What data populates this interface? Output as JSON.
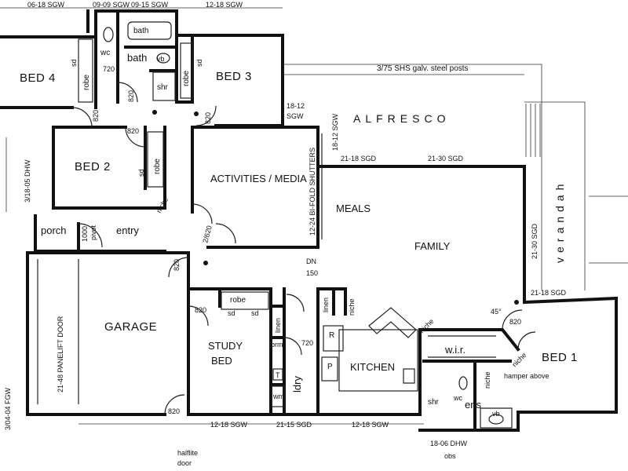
{
  "rooms": {
    "bed4": "BED 4",
    "bed3": "BED 3",
    "bed2": "BED 2",
    "bed1": "BED 1",
    "bath_wet": "bath",
    "bath_tub": "bath",
    "wc": "wc",
    "wc_ens": "wc",
    "shr": "shr",
    "shr_ens": "shr",
    "vb": "vb",
    "vb_ens": "vb",
    "alfresco": "ALFRESCO",
    "activities": "ACTIVITIES / MEDIA",
    "meals": "MEALS",
    "family": "FAMILY",
    "porch": "porch",
    "entry": "entry",
    "garage": "GARAGE",
    "study": "STUDY",
    "study_bed": "BED",
    "kitchen": "KITCHEN",
    "ldry": "ldry",
    "wir": "w.i.r.",
    "ens": "ens",
    "verandah": "verandah"
  },
  "fixtures": {
    "robe_b4": "robe",
    "sd_b4": "sd",
    "robe_b3": "robe",
    "sd_b3": "sd",
    "robe_b2": "robe",
    "sd_b2": "sd",
    "robe_study": "robe",
    "sd_study_1": "sd",
    "sd_study_2": "sd",
    "linen_1": "linen",
    "linen_2": "linen",
    "niche_1": "niche",
    "niche_2": "niche",
    "niche_3": "niche",
    "niche_4": "niche",
    "niche_5": "niche",
    "brm": "brm",
    "wm": "wm",
    "t": "T",
    "r": "R",
    "p": "P",
    "hamper": "hamper above",
    "pivot_1000": "1000",
    "pivot": "pivot",
    "dn": "DN",
    "dn_150": "150"
  },
  "dimensions": {
    "top_1": "06-18 SGW",
    "top_2": "09-09 SGW",
    "top_3": "09-15 SGW",
    "top_4": "12-18 SGW",
    "posts": "3/75 SHS galv. steel posts",
    "alfresco_sgw_1": "18-12",
    "alfresco_sgw_2": "SGW",
    "alfresco_sgw_3": "18-12 SGW",
    "sgd_1": "21-18 SGD",
    "sgd_2": "21-30 SGD",
    "sgd_3": "21-30 SGD",
    "sgd_4": "21-18 SGD",
    "bifold": "12-24 BI-FOLD SHUTTERS",
    "dhw_left": "3/18-05 DHW",
    "panelift": "21-48 PANELIFT DOOR",
    "fgw": "3/04-04 FGW",
    "sgw_bottom_1": "12-18 SGW",
    "sgd_bottom": "21-15 SGD",
    "sgw_bottom_2": "12-18 SGW",
    "dhw_bottom": "18-06 DHW",
    "obs": "obs",
    "door_820_1": "820",
    "door_820_2": "820",
    "door_820_3": "820",
    "door_820_4": "820",
    "door_820_5": "820",
    "door_820_6": "820",
    "door_820_7": "820",
    "door_820_8": "820",
    "door_720_1": "720",
    "door_720_2": "720",
    "door_2620": "2/620",
    "angle": "45°",
    "halflite_1": "halflite",
    "halflite_2": "door"
  }
}
